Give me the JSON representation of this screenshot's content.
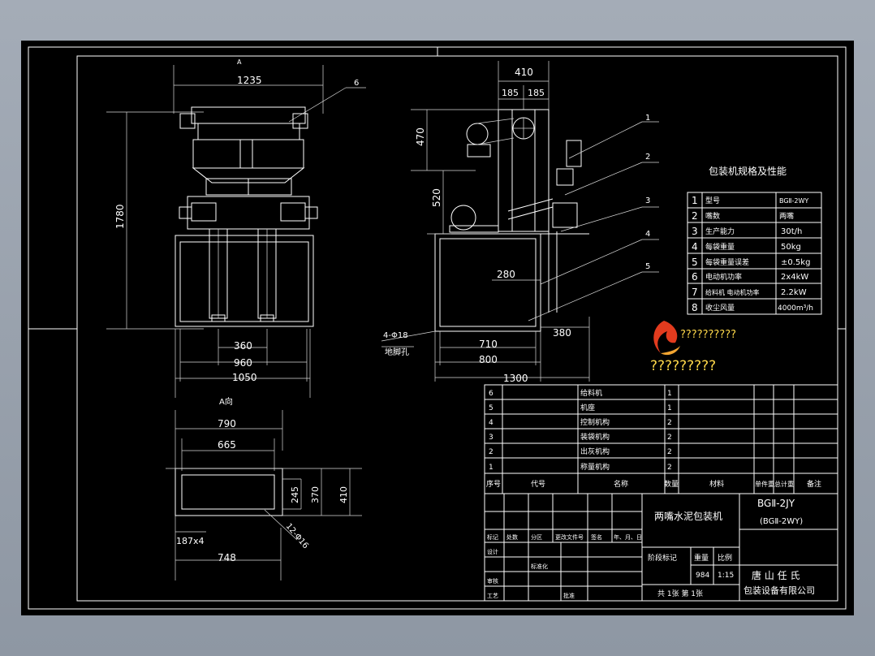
{
  "drawing": {
    "front_view": {
      "section_mark": "A",
      "top_width": "1235",
      "height": "1780",
      "spout_spacing": "360",
      "inner_width": "960",
      "base_width": "1050",
      "leader_6": "6"
    },
    "side_view": {
      "top_width": "410",
      "half_left": "185",
      "half_right": "185",
      "elevator_height": "470",
      "mid_height": "520",
      "base_inner": "280",
      "base_w1": "710",
      "base_w2": "800",
      "total_width": "1300",
      "offset": "380",
      "bolt_callout": "4-Φ18",
      "bolt_label": "地脚孔",
      "leaders": [
        "1",
        "2",
        "3",
        "4",
        "5"
      ]
    },
    "plan_view": {
      "title": "A向",
      "w1": "790",
      "w2": "665",
      "h1": "245",
      "h2": "370",
      "h3": "410",
      "holes": "187x4",
      "slot": "12-Φ16",
      "base": "748"
    }
  },
  "specs": {
    "title": "包装机规格及性能",
    "rows": [
      {
        "no": "1",
        "name": "型号",
        "value": "BGⅡ-2WY"
      },
      {
        "no": "2",
        "name": "嘴数",
        "value": "两嘴"
      },
      {
        "no": "3",
        "name": "生产能力",
        "value": "30t/h"
      },
      {
        "no": "4",
        "name": "每袋重量",
        "value": "50kg"
      },
      {
        "no": "5",
        "name": "每袋重量误差",
        "value": "±0.5kg"
      },
      {
        "no": "6",
        "name": "电动机功率",
        "value": "2x4kW"
      },
      {
        "no": "7",
        "name": "给料机 电动机功率",
        "value": "2.2kW"
      },
      {
        "no": "8",
        "name": "收尘风量",
        "value": "4000m³/h"
      }
    ]
  },
  "watermark": {
    "line1": "??????????",
    "line2": "?????????"
  },
  "parts": {
    "rows": [
      {
        "no": "6",
        "name": "给料机",
        "qty": "1"
      },
      {
        "no": "5",
        "name": "机座",
        "qty": "1"
      },
      {
        "no": "4",
        "name": "控制机构",
        "qty": "2"
      },
      {
        "no": "3",
        "name": "装袋机构",
        "qty": "2"
      },
      {
        "no": "2",
        "name": "出灰机构",
        "qty": "2"
      },
      {
        "no": "1",
        "name": "称量机构",
        "qty": "2"
      }
    ],
    "headers": [
      "序号",
      "代号",
      "名称",
      "数量",
      "材料",
      "单件重",
      "总计重",
      "备注"
    ]
  },
  "title_block": {
    "product": "两嘴水泥包装机",
    "code": "BGⅡ-2JY",
    "code2": "(BGⅡ-2WY)",
    "rev_headers": [
      "标记",
      "处数",
      "分区",
      "更改文件号",
      "签名",
      "年、月、日"
    ],
    "roles": [
      "设计",
      "审核",
      "工艺"
    ],
    "std": "标准化",
    "approve": "批准",
    "stage": "阶段标记",
    "weight_label": "重量",
    "scale_label": "比例",
    "weight": "984",
    "scale": "1:15",
    "sheets": "共 1张  第 1张",
    "company1": "唐 山 任 氏",
    "company2": "包装设备有限公司"
  },
  "colors": {
    "background": "#98a1ad",
    "sheet": "#000000",
    "lines": "#ffffff",
    "watermark": "#ffd84a"
  }
}
